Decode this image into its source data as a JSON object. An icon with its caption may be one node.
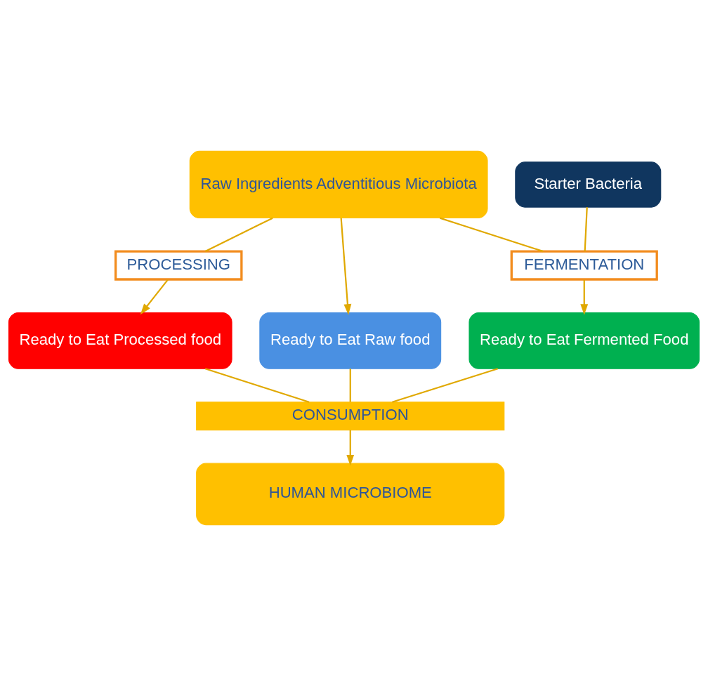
{
  "diagram": {
    "nodes": [
      {
        "text": [
          "Raw Ingredients Adventitious Microbiota"
        ]
      },
      {
        "text": [
          "Starter Bacteria"
        ]
      },
      {
        "text": [
          "PROCESSING"
        ]
      },
      {
        "text": [
          "FERMENTATION"
        ]
      },
      {
        "text": [
          "Ready to Eat Raw food"
        ]
      },
      {
        "text": [
          "Ready to Eat Processed food"
        ]
      },
      {
        "text": [
          "Ready to Eat Fermented Food"
        ]
      },
      {
        "text": [
          "CONSUMPTION"
        ]
      },
      {
        "text": [
          "HUMAN MICROBIOME"
        ]
      }
    ],
    "edges": [
      {
        "from": 0,
        "to": 4,
        "arrow": "to"
      },
      {
        "from": 0,
        "to": 2,
        "arrow": "none"
      },
      {
        "from": 2,
        "to": 5,
        "arrow": "to"
      },
      {
        "from": 0,
        "to": 3,
        "arrow": "none"
      },
      {
        "from": 1,
        "to": 3,
        "arrow": "none"
      },
      {
        "from": 3,
        "to": 6,
        "arrow": "to"
      },
      {
        "from": 4,
        "to": 7,
        "arrow": "none"
      },
      {
        "from": 5,
        "to": 7,
        "arrow": "none"
      },
      {
        "from": 6,
        "to": 7,
        "arrow": "none"
      },
      {
        "from": 7,
        "to": 8,
        "arrow": "to"
      }
    ]
  }
}
